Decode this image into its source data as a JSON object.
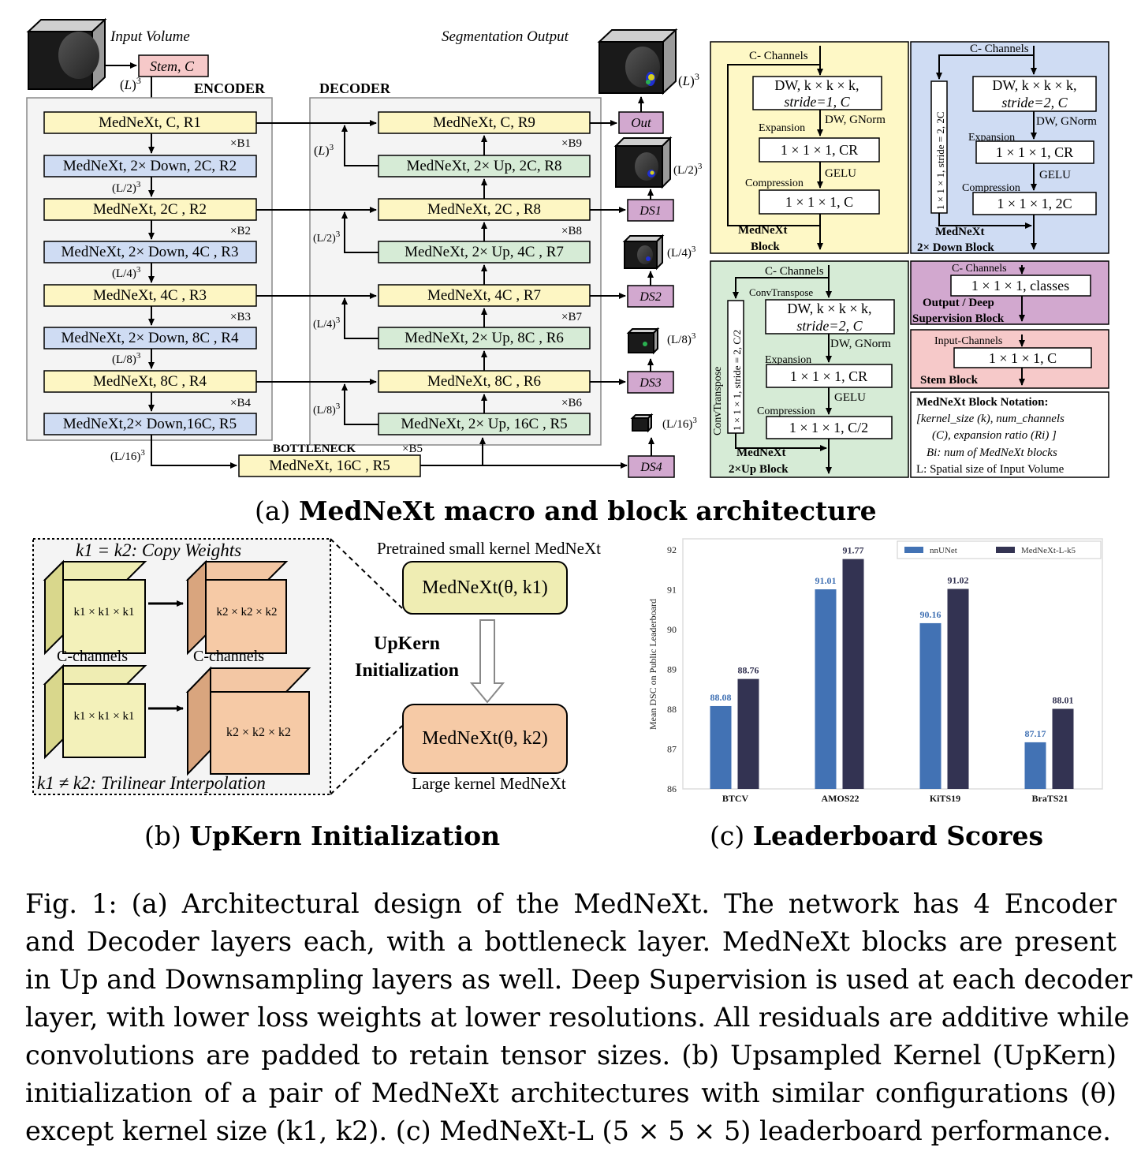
{
  "panel_a": {
    "caption_prefix": "(a)",
    "caption_bold": "MedNeXt macro and block architecture",
    "input_volume": "Input Volume",
    "segmentation_output": "Segmentation Output",
    "stem": "Stem, C",
    "encoder_label": "ENCODER",
    "decoder_label": "DECODER",
    "bottleneck_label": "BOTTLENECK",
    "encoder_blocks": [
      "MedNeXt, C, R1",
      "MedNeXt, 2C , R2",
      "MedNeXt, 4C , R3",
      "MedNeXt, 8C , R4"
    ],
    "down_blocks": [
      "MedNeXt, 2× Down,  2C, R2",
      "MedNeXt, 2× Down, 4C , R3",
      "MedNeXt, 2× Down, 8C , R4",
      "MedNeXt,2× Down,16C, R5"
    ],
    "decoder_blocks": [
      "MedNeXt, C, R9",
      "MedNeXt, 2C , R8",
      "MedNeXt, 4C , R7",
      "MedNeXt, 8C , R6"
    ],
    "up_blocks": [
      "MedNeXt, 2× Up,  2C, R8",
      "MedNeXt, 2× Up, 4C , R7",
      "MedNeXt, 2× Up, 8C , R6",
      "MedNeXt, 2× Up, 16C , R5"
    ],
    "bottleneck_block": "MedNeXt, 16C , R5",
    "enc_repeats": [
      "×B1",
      "×B2",
      "×B3",
      "×B4"
    ],
    "dec_repeats": [
      "×B9",
      "×B8",
      "×B7",
      "×B6"
    ],
    "bottleneck_repeat": "×B5",
    "sizes": [
      "(L)3",
      "(L/2)3",
      "(L/4)3",
      "(L/8)3",
      "(L/16)3"
    ],
    "out": "Out",
    "ds": [
      "DS1",
      "DS2",
      "DS3",
      "DS4"
    ],
    "mednext_block": {
      "channels": "C- Channels",
      "dw": "DW, k × k × k,",
      "dw2": "stride=1, C",
      "norm": "DW, GNorm",
      "expansion": "Expansion",
      "exp_box": "1 × 1 × 1, CR",
      "gelu": "GELU",
      "compression": "Compression",
      "comp_box": "1 × 1 × 1, C",
      "title1": "MedNeXt",
      "title2": "Block"
    },
    "down_block": {
      "channels": "C- Channels",
      "side": "1 × 1 × 1, stride = 2, 2C",
      "dw": "DW, k × k × k,",
      "dw2": "stride=2, C",
      "norm": "DW, GNorm",
      "expansion": "Expansion",
      "exp_box": "1 × 1 × 1, CR",
      "gelu": "GELU",
      "compression": "Compression",
      "comp_box": "1 × 1 × 1, 2C",
      "title1": "MedNeXt",
      "title2": "2× Down Block"
    },
    "up_block": {
      "channels": "C- Channels",
      "side_title": "ConvTranspose",
      "side": "1 × 1 × 1, stride = 2, C/2",
      "convt": "ConvTranspose",
      "dw": "DW, k × k × k,",
      "dw2": "stride=2, C",
      "norm": "DW, GNorm",
      "expansion": "Expansion",
      "exp_box": "1 × 1 × 1, CR",
      "gelu": "GELU",
      "compression": "Compression",
      "comp_box": "1 × 1 × 1, C/2",
      "title1": "MedNeXt",
      "title2": "2×Up Block"
    },
    "output_block": {
      "channels": "C- Channels",
      "box": "1 × 1 × 1, classes",
      "title1": "Output / Deep",
      "title2": "Supervision Block"
    },
    "stem_block": {
      "channels": "Input-Channels",
      "box": "1 × 1 × 1, C",
      "title": "Stem Block"
    },
    "notation": {
      "title": "MedNeXt Block Notation:",
      "line1": "[kernel_size (k), num_channels",
      "line2": "(C), expansion ratio (Ri) ]",
      "line3": "Bi: num of MedNeXt blocks",
      "line4": "L: Spatial size of Input Volume"
    }
  },
  "panel_b": {
    "caption_prefix": "(b)",
    "caption_bold": "UpKern Initialization",
    "copy": "k1 = k2: Copy Weights",
    "interp": "k1 ≠ k2: Trilinear Interpolation",
    "cube_small": "k1 × k1 × k1",
    "cube_large": "k2 × k2 × k2",
    "channels": "C-channels",
    "pretrained": "Pretrained small kernel MedNeXt",
    "model_small": "MedNeXt(θ, k1)",
    "upkern1": "UpKern",
    "upkern2": "Initialization",
    "model_large": "MedNeXt(θ, k2)",
    "large_label": "Large kernel MedNeXt"
  },
  "panel_c": {
    "caption_prefix": "(c)",
    "caption_bold": "Leaderboard Scores"
  },
  "chart_data": {
    "type": "bar",
    "categories": [
      "BTCV",
      "AMOS22",
      "KiTS19",
      "BraTS21"
    ],
    "series": [
      {
        "name": "nnUNet",
        "values": [
          88.08,
          91.01,
          90.16,
          87.17
        ],
        "color": "#4272b4"
      },
      {
        "name": "MedNeXt-L-k5",
        "values": [
          88.76,
          91.77,
          91.02,
          88.01
        ],
        "color": "#333352"
      }
    ],
    "ylabel": "Mean DSC on Public Leaderboard",
    "xlabel": "",
    "ylim": [
      86,
      92
    ],
    "yticks": [
      "86",
      "87",
      "88",
      "89",
      "90",
      "91",
      "92"
    ],
    "legend": "top-right",
    "grid": false
  },
  "caption": {
    "lines": [
      "Fig. 1: (a) Architectural design of the MedNeXt. The network has 4 Encoder",
      "and Decoder layers each, with a bottleneck layer. MedNeXt blocks are present",
      "in Up and Downsampling layers as well. Deep Supervision is used at each decoder",
      "layer, with lower loss weights at lower resolutions. All residuals are additive while",
      "convolutions are padded to retain tensor sizes. (b) Upsampled Kernel (UpKern)",
      "initialization of a pair of MedNeXt architectures with similar configurations (θ)",
      "except kernel size (k1, k2). (c) MedNeXt-L (5 × 5 × 5) leaderboard performance."
    ]
  }
}
